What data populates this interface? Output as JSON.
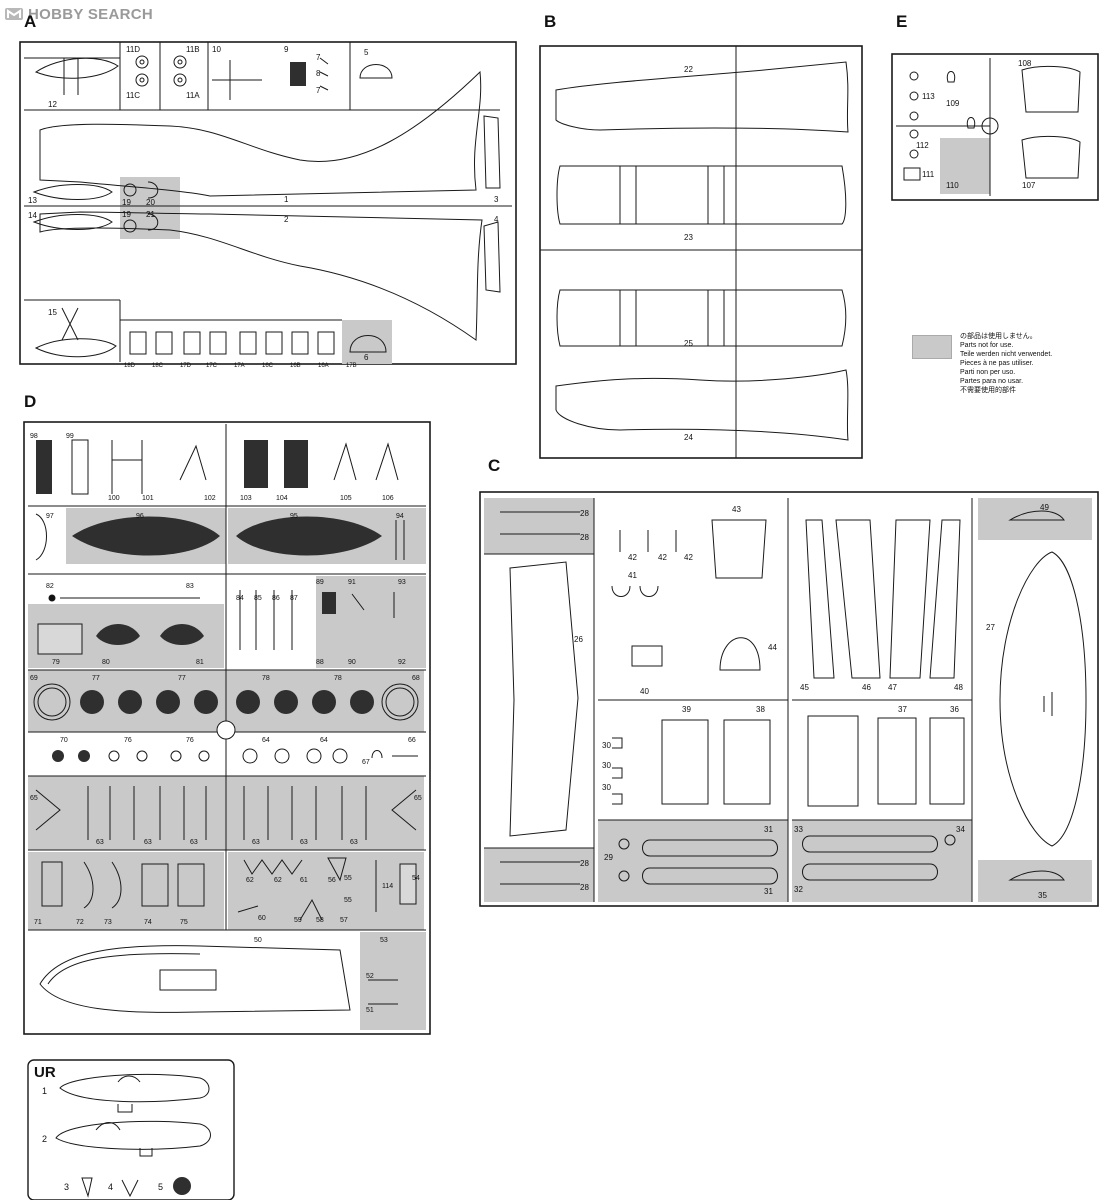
{
  "watermark": {
    "brand": "HOBBY SEARCH"
  },
  "colors": {
    "unused": "#c9c9c9",
    "dark": "#2f2f2f",
    "line": "#1a1a1a"
  },
  "legend": {
    "lines": [
      "の部品は使用しません。",
      "Parts not for use.",
      "Teile werden nicht verwendet.",
      "Pieces à ne pas utiliser.",
      "Parti non per uso.",
      "Partes para no usar.",
      "不需要使用的部件"
    ]
  },
  "sprues": {
    "A": {
      "letter": "A",
      "parts": [
        "1",
        "2",
        "3",
        "4",
        "5",
        "6",
        "7",
        "8",
        "7",
        "9",
        "10",
        "11D",
        "11B",
        "11C",
        "11A",
        "12",
        "13",
        "14",
        "15",
        "16A",
        "16B",
        "16C",
        "17A",
        "17B",
        "17C",
        "17D",
        "18C",
        "18D",
        "19",
        "20",
        "19",
        "21"
      ]
    },
    "B": {
      "letter": "B",
      "parts": [
        "22",
        "23",
        "24",
        "25"
      ]
    },
    "E": {
      "letter": "E",
      "parts": [
        "107",
        "108",
        "109",
        "110",
        "111",
        "112",
        "113"
      ]
    },
    "D": {
      "letter": "D",
      "parts": [
        "50",
        "51",
        "52",
        "53",
        "54",
        "55",
        "55",
        "56",
        "57",
        "58",
        "59",
        "60",
        "61",
        "62",
        "62",
        "63",
        "63",
        "63",
        "63",
        "63",
        "63",
        "64",
        "64",
        "65",
        "65",
        "66",
        "67",
        "68",
        "69",
        "70",
        "71",
        "72",
        "73",
        "74",
        "75",
        "76",
        "76",
        "77",
        "77",
        "78",
        "78",
        "79",
        "80",
        "81",
        "82",
        "83",
        "84",
        "85",
        "86",
        "87",
        "88",
        "89",
        "90",
        "91",
        "92",
        "93",
        "94",
        "95",
        "96",
        "97",
        "98",
        "99",
        "100",
        "101",
        "102",
        "103",
        "104",
        "105",
        "106",
        "114"
      ]
    },
    "C": {
      "letter": "C",
      "parts": [
        "26",
        "27",
        "28",
        "28",
        "28",
        "28",
        "29",
        "30",
        "30",
        "30",
        "31",
        "31",
        "32",
        "33",
        "34",
        "35",
        "36",
        "37",
        "38",
        "39",
        "40",
        "41",
        "42",
        "42",
        "42",
        "43",
        "44",
        "45",
        "46",
        "47",
        "48",
        "49"
      ]
    },
    "UR": {
      "letter": "UR",
      "parts": [
        "1",
        "2",
        "3",
        "4",
        "5"
      ]
    }
  }
}
